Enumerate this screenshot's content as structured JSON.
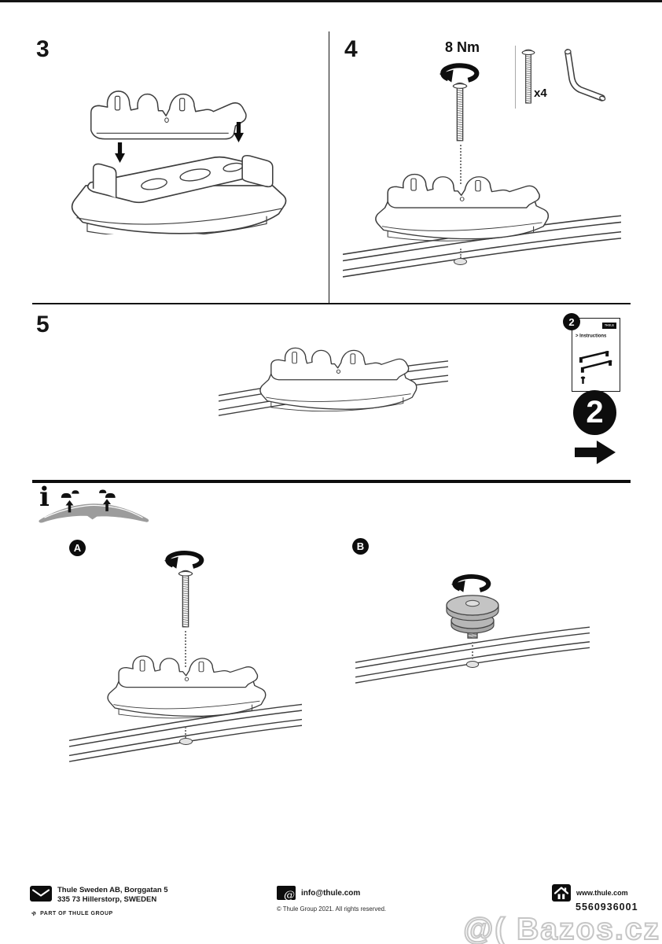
{
  "document": {
    "steps": {
      "three": "3",
      "four": "4",
      "five": "5"
    },
    "step4": {
      "torque_label": "8 Nm",
      "screw_quantity": "x4"
    },
    "step5": {
      "booklet_badge": "2",
      "booklet_brand": "THULE",
      "booklet_title": "> Instructions",
      "big_step_number": "2"
    },
    "guide": {
      "info_symbol": "i",
      "position_a_label": "A",
      "position_b_label": "B"
    },
    "footer": {
      "address_line1": "Thule Sweden AB, Borggatan 5",
      "address_line2": "335 73 Hillerstorp, SWEDEN",
      "group_chevron": "»",
      "group_label": "PART OF THULE GROUP",
      "email": "info@thule.com",
      "copyright": "© Thule Group 2021. All rights reserved.",
      "website": "www.thule.com",
      "part_number": "5560936001"
    },
    "watermark": "@( Bazos.cz",
    "colors": {
      "line": "#3d3d3d",
      "gray_fill": "#9c9c9c",
      "black": "#111111",
      "watermark_stroke": "#c6c6c6"
    }
  }
}
